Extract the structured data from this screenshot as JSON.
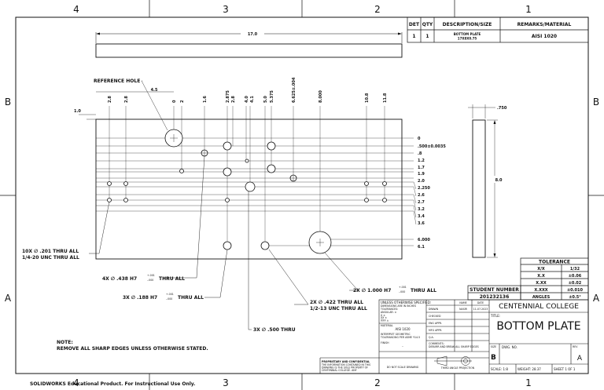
{
  "zones": {
    "top": [
      "4",
      "3",
      "2",
      "1"
    ],
    "bottom": [
      "4",
      "3",
      "2",
      "1"
    ],
    "left": [
      "B",
      "A"
    ],
    "right": [
      "B",
      "A"
    ]
  },
  "bom": {
    "headers": [
      "DET",
      "QTY",
      "DESCRIPTION/SIZE",
      "REMARKS/MATERIAL"
    ],
    "row": {
      "det": "1",
      "qty": "1",
      "desc1": "BOTTOM PLATE",
      "desc2": "17X8X0.75",
      "material": "AISI 1020"
    }
  },
  "front_view": {
    "overall_width": "17.0",
    "top_offset": "1.0",
    "reference_hole_label": "REFERENCE HOLE",
    "reference_hole_dim": "4.5",
    "x_dims": [
      "2.8",
      "2.8",
      "0",
      "2",
      "1.6",
      "2.875",
      "2.8",
      "4.0",
      "4.1",
      "5.0",
      "5.375",
      "6.625±.004",
      "8.000",
      "10.8",
      "11.8"
    ],
    "y_dims": [
      "0",
      ".500±0.0035",
      ".8",
      "1.2",
      "1.7",
      "1.9",
      "2.0",
      "2.250",
      "2.6",
      "2.7",
      "3.2",
      "3.4",
      "3.6",
      "6.000",
      "6.1"
    ]
  },
  "side_view": {
    "thickness": ".750",
    "height": "8.0"
  },
  "callouts": {
    "c1a": "10X ∅ .201 THRU ALL",
    "c1b": "1/4-20 UNC THRU ALL",
    "c2_main": "4X ∅ .438 H7",
    "c2_up": "+.001",
    "c2_low": "-.000",
    "c2_thru": "THRU ALL",
    "c3_main": "3X ∅ .188 H7",
    "c3_up": "+.001",
    "c3_low": "-.000",
    "c3_thru": "THRU ALL",
    "c4_main": "2X ∅ 1.000 H7",
    "c4_up": "+.001",
    "c4_low": "-.000",
    "c4_thru": "THRU ALL",
    "c5a": "2X ∅ .422 THRU ALL",
    "c5b": "1/2-13 UNC THRU ALL",
    "c6": "3X ∅ .500 THRU"
  },
  "note": {
    "title": "NOTE:",
    "text": "REMOVE ALL SHARP EDGES UNLESS OTHERWISE STATED."
  },
  "tolerance": {
    "title": "TOLERANCE",
    "rows": [
      [
        "X/X",
        "1/32"
      ],
      [
        "X.X",
        "±0.06"
      ],
      [
        "X.XX",
        "±0.02"
      ],
      [
        "X.XXX",
        "±0.010"
      ],
      [
        "ANGLES",
        "±0.5°"
      ]
    ]
  },
  "student": {
    "label": "STUDENT NUMBER",
    "value": "201232136"
  },
  "title_block": {
    "college": "CENTENNIAL COLLEGE",
    "title_label": "TITLE:",
    "title": "BOTTOM PLATE",
    "size_label": "SIZE",
    "size": "B",
    "dwg_label": "DWG. NO.",
    "rev_label": "REV",
    "rev": "A",
    "scale": "SCALE: 1:8",
    "weight": "WEIGHT: 28.37",
    "sheet": "SHEET 1 OF 1",
    "unless_lines": [
      "UNLESS OTHERWISE SPECIFIED:",
      "DIMENSIONS ARE IN INCHES",
      "TOLERANCES:",
      "ANGULAR: ±",
      "X ±",
      "XX ±",
      "XXX ±",
      "INTERPRET GEOMETRIC",
      "TOLERANCING PER ASME Y14.5"
    ],
    "material_label": "MATERIAL",
    "material": "AISI 1020",
    "finish_label": "FINISH",
    "finish": "-",
    "name_header": "NAME",
    "date_header": "DATE",
    "roles": [
      "DRAWN",
      "CHECKED",
      "ENG APPR.",
      "MFG APPR.",
      "Q.A.",
      "COMMENTS:"
    ],
    "drawn_name": "NASIR",
    "drawn_date": "11-07-2023",
    "comments": "DEBURR AND BREAK ALL SHARP EDGES",
    "no_scale": "DO NOT SCALE DRAWING",
    "projection": "THIRD ANGLE PROJECTION",
    "proprietary_title": "PROPRIETARY AND CONFIDENTIAL",
    "proprietary_text": [
      "THE INFORMATION CONTAINED IN THIS",
      "DRAWING IS THE SOLE PROPERTY OF",
      "CENTENNIAL COLLEGE. ANY",
      "REPRODUCTION IN PART OR AS A WHOLE",
      "WITHOUT THE WRITTEN PERMISSION OF",
      "CENTENNIAL COLLEGE IS",
      "PROHIBITED."
    ]
  },
  "footer": "SOLIDWORKS Educational Product. For Instructional Use Only."
}
